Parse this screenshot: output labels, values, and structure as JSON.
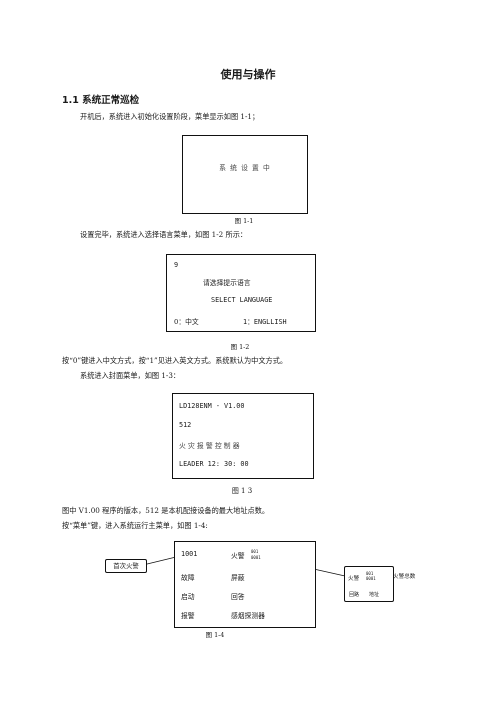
{
  "title": "使用与操作",
  "section": "1.1 系统正常巡检",
  "paragraphs": {
    "p1": "开机后，系统进入初始化设置阶段，菜单显示如图 1-1；",
    "p2": "设置完毕，系统进入选择语言菜单，如图 1-2 所示：",
    "p3": "按“0”键进入中文方式，按“1”见进入英文方式。系统默认为中文方式。",
    "p4": "系统进入封面菜单，如图 1-3：",
    "p5": "图中 V1.00 程序的版本，512 是本机配接设备的最大地址点数。",
    "p6": "按“菜单”键，进入系统运行主菜单，如图 1-4:"
  },
  "fig1": {
    "text": "系 统 设 置 中",
    "caption": "图 1-1"
  },
  "fig2": {
    "line1": "9",
    "line2": "请选择提示语言",
    "line3": "SELECT LANGUAGE",
    "line4_left": "0：中文",
    "line4_right": "1：ENGLLISH",
    "caption": "图 1-2"
  },
  "fig3": {
    "line1": "LD128ENM - V1.00",
    "line2": "512",
    "line3": "火 灾 报 警 控 制 器",
    "line4": "LEADER   12: 30: 00",
    "caption": "图 1 3"
  },
  "fig4": {
    "row1_left": "1001",
    "row1_mid": "火警",
    "row1_code_top": "001",
    "row1_code_bottom": "0001",
    "row2_left": "故障",
    "row2_mid": "屏蔽",
    "row3_left": "启动",
    "row3_mid": "回答",
    "row4_left": "报警",
    "row4_mid": "感烟探测器",
    "caption": "图 1-4",
    "callout_left": "首次火警",
    "callout_right": {
      "fire": "火警",
      "code_top": "001",
      "code_bottom": "0001",
      "total": "火警总数",
      "loop": "回路",
      "address": "地址"
    }
  }
}
